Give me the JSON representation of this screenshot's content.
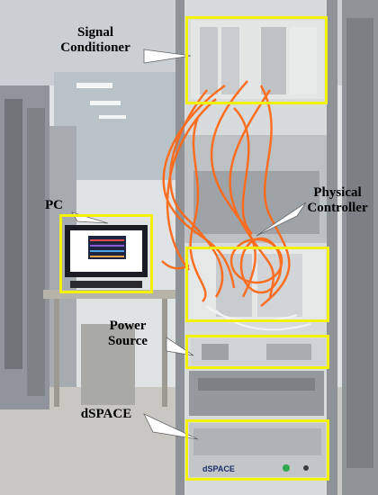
{
  "labels": {
    "signal_conditioner": "Signal\nConditioner",
    "pc": "PC",
    "physical_controller": "Physical\nController",
    "power_source": "Power\nSource",
    "dspace": "dSPACE"
  },
  "screen_equipment": {
    "dspace_brand": "dSPACE"
  },
  "colors": {
    "highlight_box": "#f2f200",
    "cable": "#ff6a1a",
    "rack": "#9fa4a8"
  }
}
